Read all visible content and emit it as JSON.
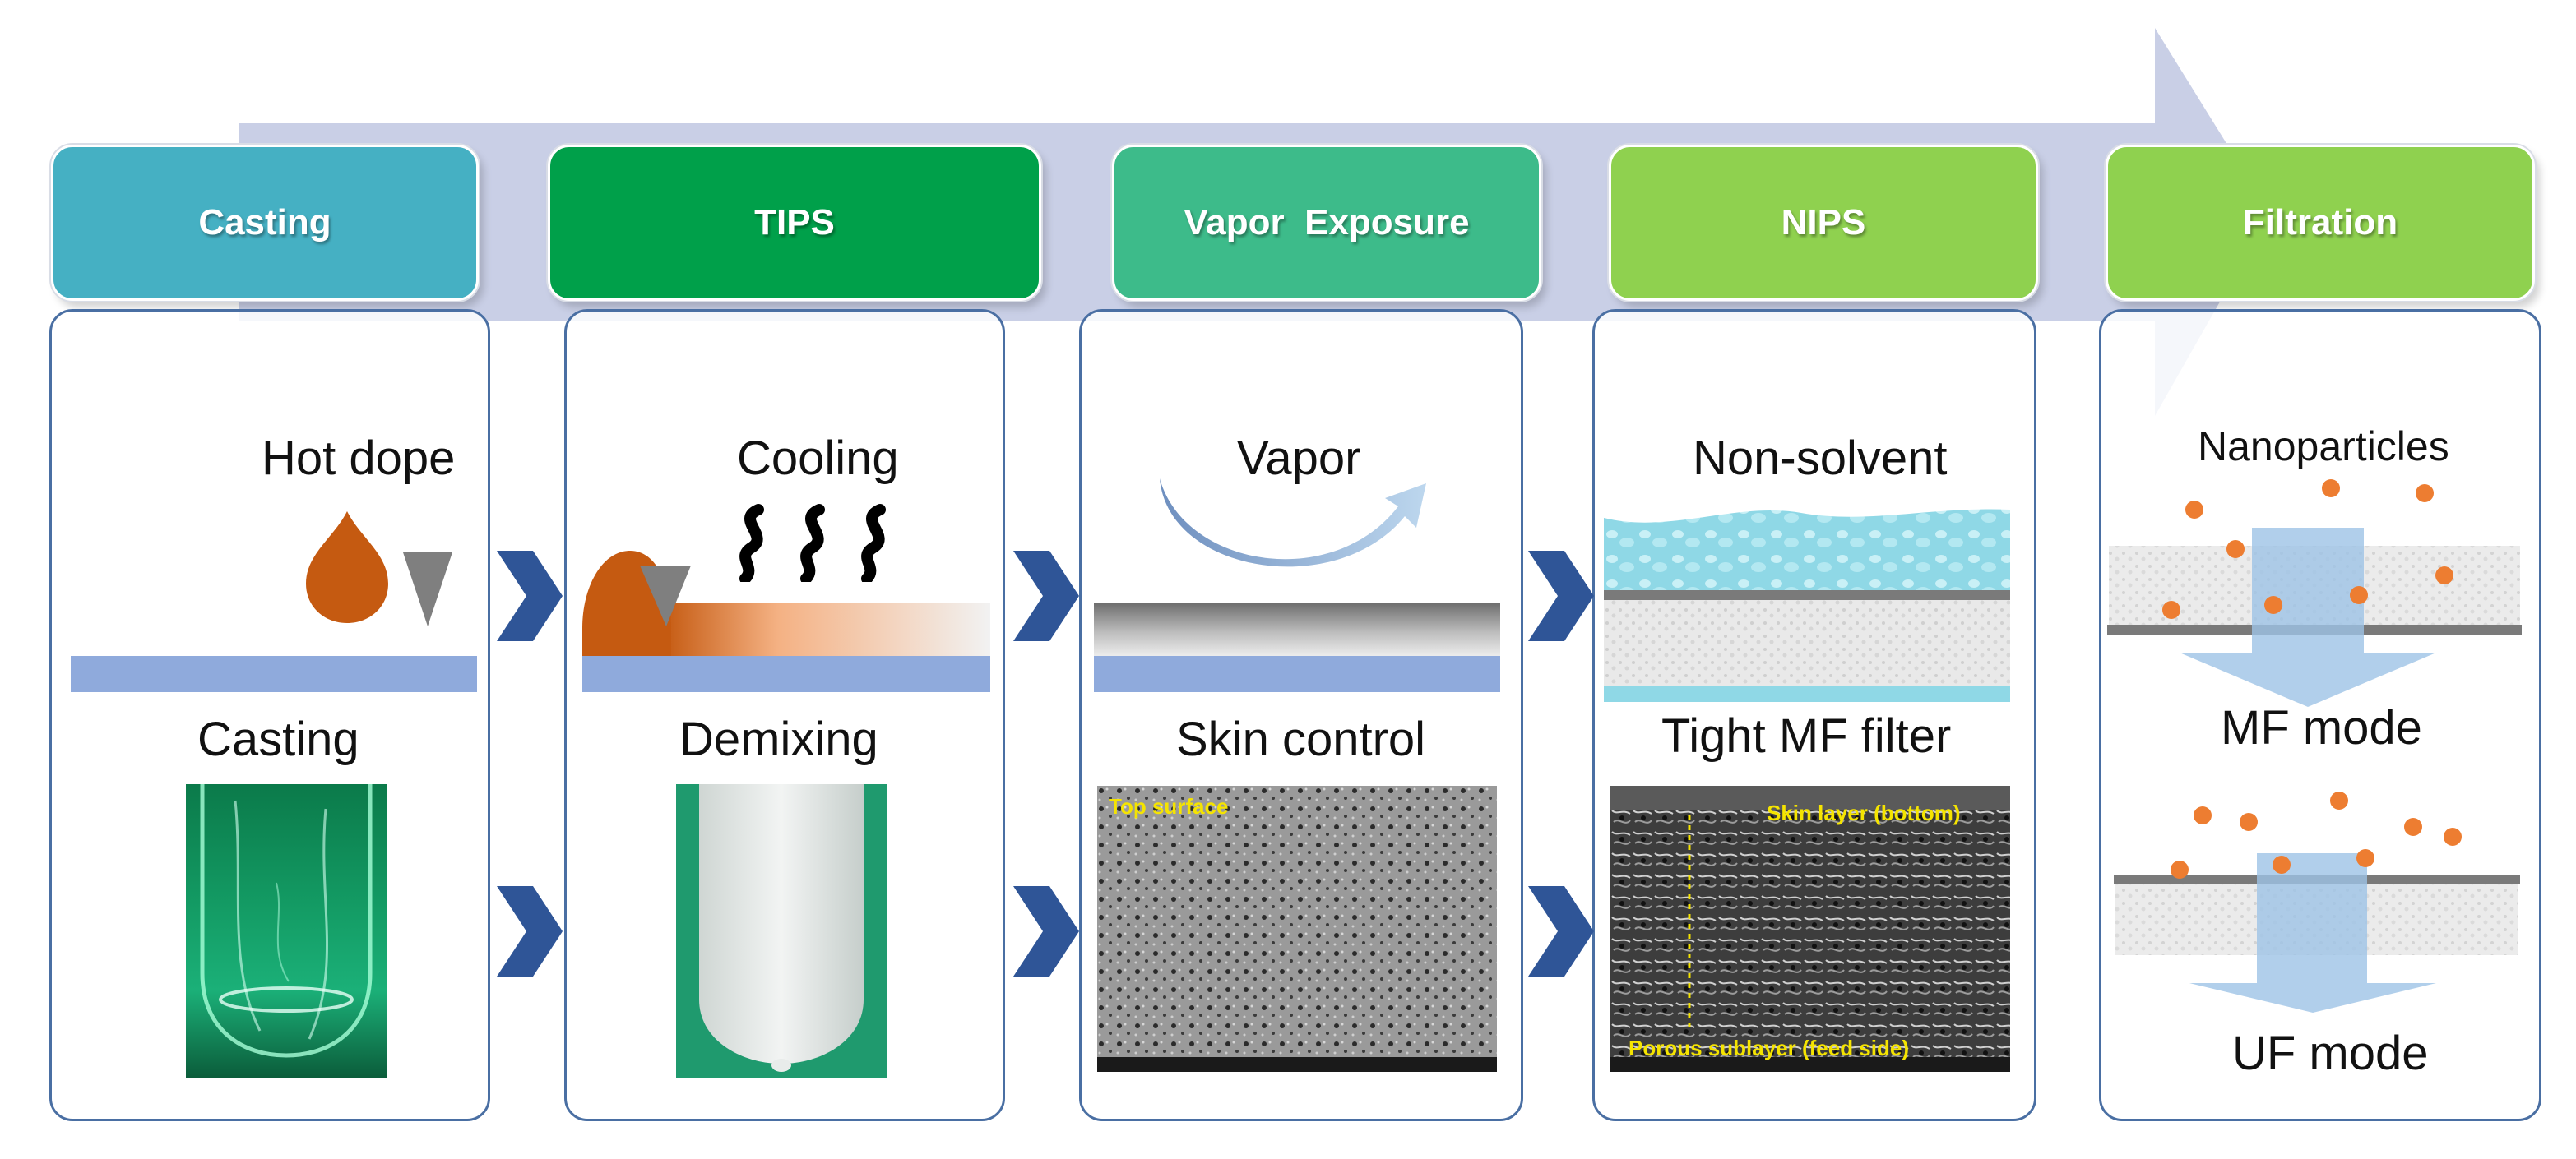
{
  "steps": [
    {
      "header": "Casting",
      "top_label": "Hot dope",
      "bottom_label": "Casting"
    },
    {
      "header": "TIPS",
      "top_label": "Cooling",
      "bottom_label": "Demixing"
    },
    {
      "header": "Vapor  Exposure",
      "top_label": "Vapor",
      "bottom_label": "Skin control"
    },
    {
      "header": "NIPS",
      "top_label": "Non-solvent",
      "bottom_label": "Tight MF filter"
    },
    {
      "header": "Filtration",
      "top_label": "Nanoparticles",
      "mid_label": "MF mode",
      "bottom_label": "UF mode"
    }
  ],
  "sem": {
    "vapor_label": "Top surface",
    "nips_top_label": "Skin layer (bottom)",
    "nips_bottom_label": "Porous sublayer (feed side)"
  },
  "colors": {
    "casting_header": "#45b0c3",
    "tips_header": "#00a04a",
    "vapor_header": "#3dbb8a",
    "nips_header": "#8fd14f",
    "filtration_header": "#8fd14f",
    "big_arrow": "#c9cfe6",
    "chevron": "#2f5597",
    "substrate": "#8faadc",
    "dope": "#c55a11",
    "particle": "#ed7d31"
  }
}
